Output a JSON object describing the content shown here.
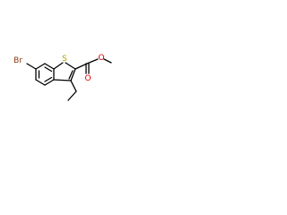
{
  "molecule": {
    "atoms": {
      "bromine": {
        "label": "Br",
        "color": "#8b3a0e"
      },
      "sulfur": {
        "label": "S",
        "color": "#b3a100"
      },
      "carbonyl_oxygen": {
        "label": "O",
        "color": "#e00000"
      },
      "ester_oxygen": {
        "label": "O",
        "color": "#e00000"
      }
    }
  }
}
